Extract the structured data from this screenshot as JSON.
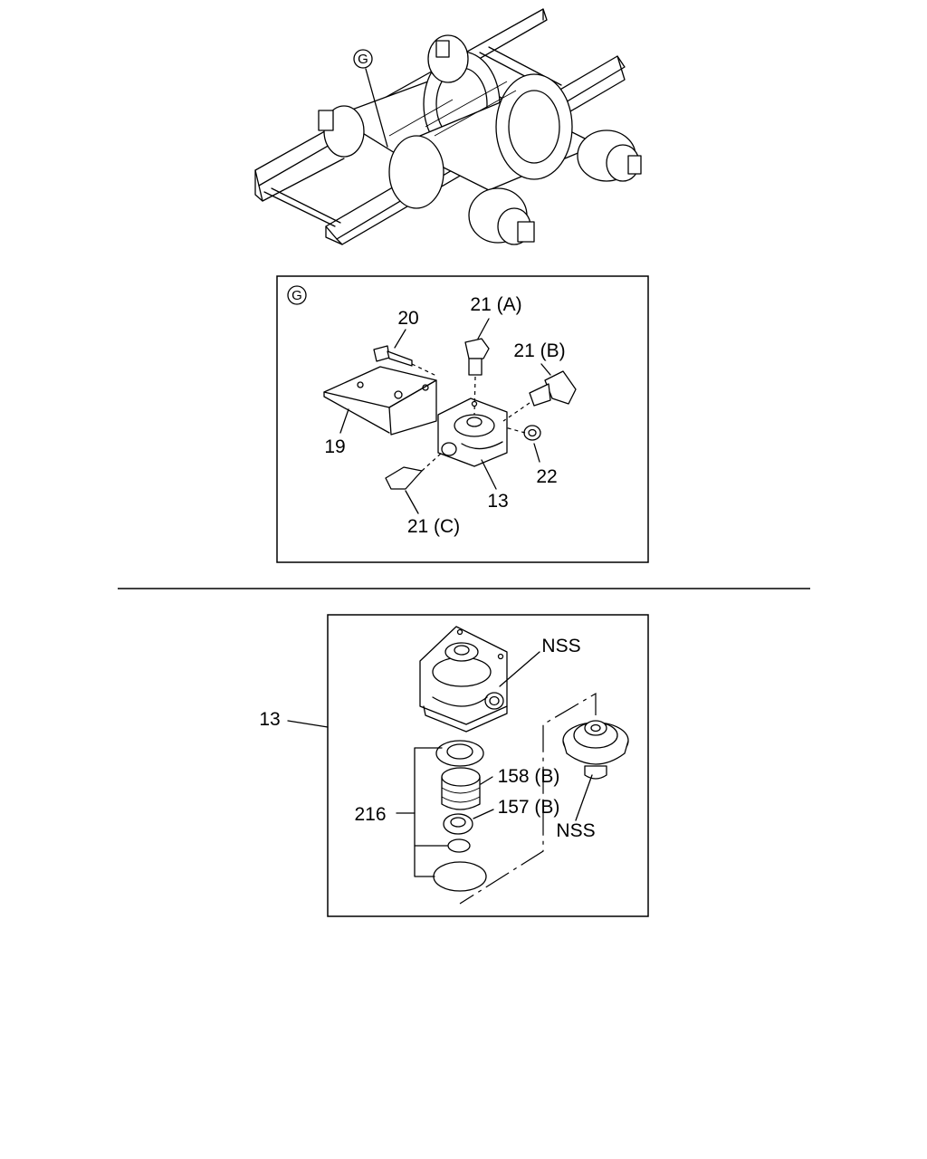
{
  "overview": {
    "callout": "G"
  },
  "detail_g": {
    "callout": "G",
    "labels": {
      "bolt": "20",
      "fitting_a": "21 (A)",
      "fitting_b": "21 (B)",
      "bracket": "19",
      "nut": "22",
      "valve": "13",
      "fitting_c": "21 (C)"
    }
  },
  "exploded": {
    "labels": {
      "assembly": "13",
      "body": "NSS",
      "kit": "216",
      "spring": "158 (B)",
      "seat": "157 (B)",
      "cap": "NSS"
    }
  }
}
